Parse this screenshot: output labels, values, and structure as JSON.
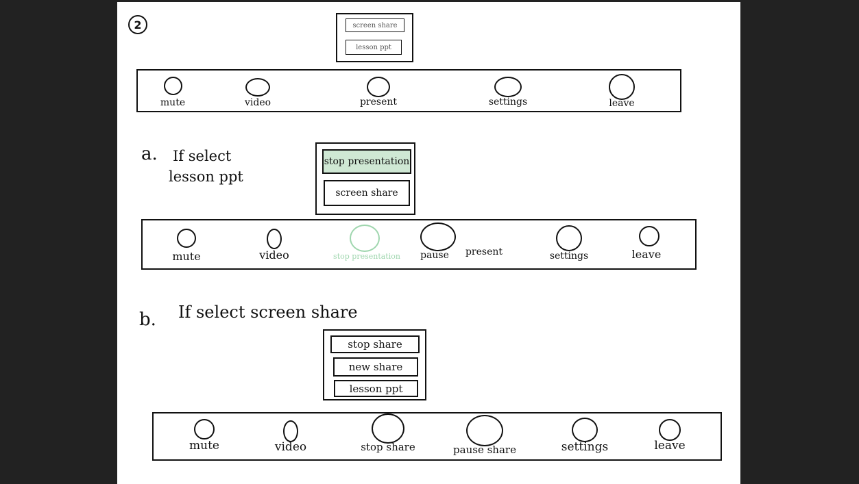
{
  "step_number": "2",
  "top_menu": {
    "items": [
      "screen share",
      "lesson ppt"
    ]
  },
  "toolbar_1": {
    "buttons": [
      "mute",
      "video",
      "present",
      "settings",
      "leave"
    ]
  },
  "section_a": {
    "marker": "a.",
    "caption_line1": "If select",
    "caption_line2": "lesson ppt",
    "menu_items": [
      "stop presentation",
      "screen share"
    ],
    "highlight_color": "#cfe8d4",
    "toolbar_buttons": [
      "mute",
      "video",
      "stop presentation",
      "pause",
      "present",
      "settings",
      "leave"
    ],
    "muted_color": "#9fd6ae"
  },
  "section_b": {
    "marker": "b.",
    "caption": "If select screen share",
    "menu_items": [
      "stop share",
      "new share",
      "lesson ppt"
    ],
    "toolbar_buttons": [
      "mute",
      "video",
      "stop share",
      "pause share",
      "settings",
      "leave"
    ]
  }
}
